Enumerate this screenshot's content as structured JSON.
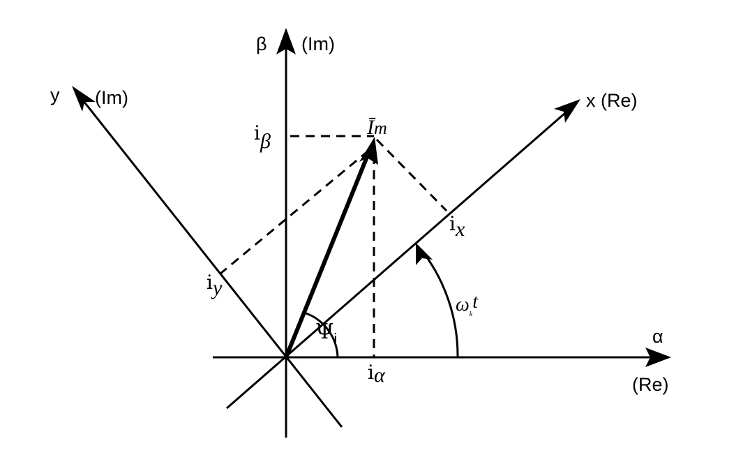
{
  "labels": {
    "beta": "β",
    "beta_im": "(Im)",
    "y": "y",
    "y_im": "(Im)",
    "x_re": "x (Re)",
    "alpha": "α",
    "alpha_re": "(Re)",
    "vector": "Ī",
    "vector_sub": "m",
    "i_beta": "i",
    "i_beta_sub": "β",
    "i_x": "i",
    "i_x_sub": "x",
    "i_y": "i",
    "i_y_sub": "y",
    "i_alpha": "i",
    "i_alpha_sub": "α",
    "psi": "Ψ",
    "psi_sub": "i",
    "omega": "ω",
    "omega_k": "k",
    "omega_t": "t"
  }
}
